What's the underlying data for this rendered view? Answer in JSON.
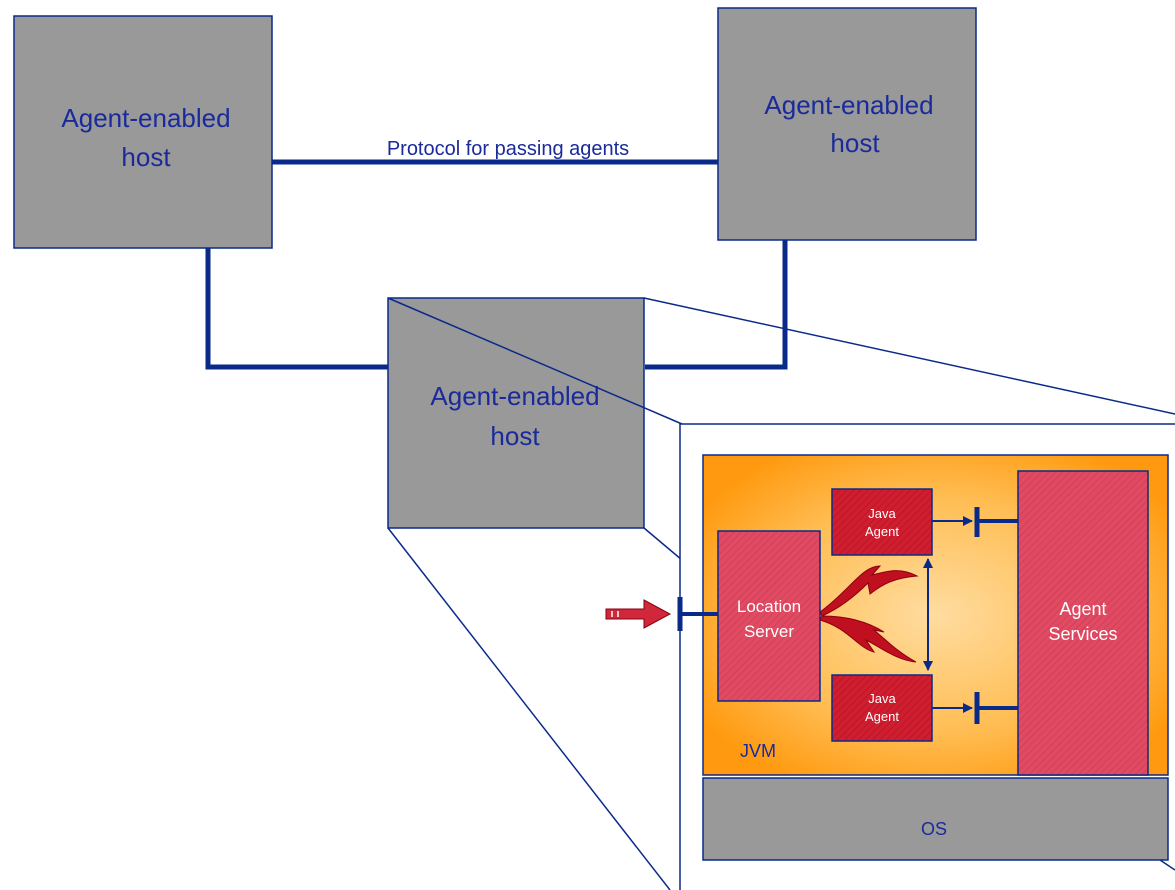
{
  "hosts": {
    "top_left": {
      "line1": "Agent-enabled",
      "line2": "host"
    },
    "top_right": {
      "line1": "Agent-enabled",
      "line2": "host"
    },
    "center": {
      "line1": "Agent-enabled",
      "line2": "host"
    }
  },
  "protocol_label": "Protocol for passing agents",
  "detail": {
    "jvm_label": "JVM",
    "os_label": "OS",
    "location_server": {
      "line1": "Location",
      "line2": "Server"
    },
    "agent_services": {
      "line1": "Agent",
      "line2": "Services"
    },
    "java_agent_top": {
      "line1": "Java",
      "line2": "Agent"
    },
    "java_agent_bottom": {
      "line1": "Java",
      "line2": "Agent"
    }
  },
  "colors": {
    "host_fill": "#999999",
    "line_blue": "#0a2a8a",
    "text_blue": "#1a2a9a",
    "jvm_orange": "#ff9900",
    "jvm_center": "#ffd27a",
    "agent_red": "#e8475f",
    "java_agent_red": "#d01a2a"
  }
}
